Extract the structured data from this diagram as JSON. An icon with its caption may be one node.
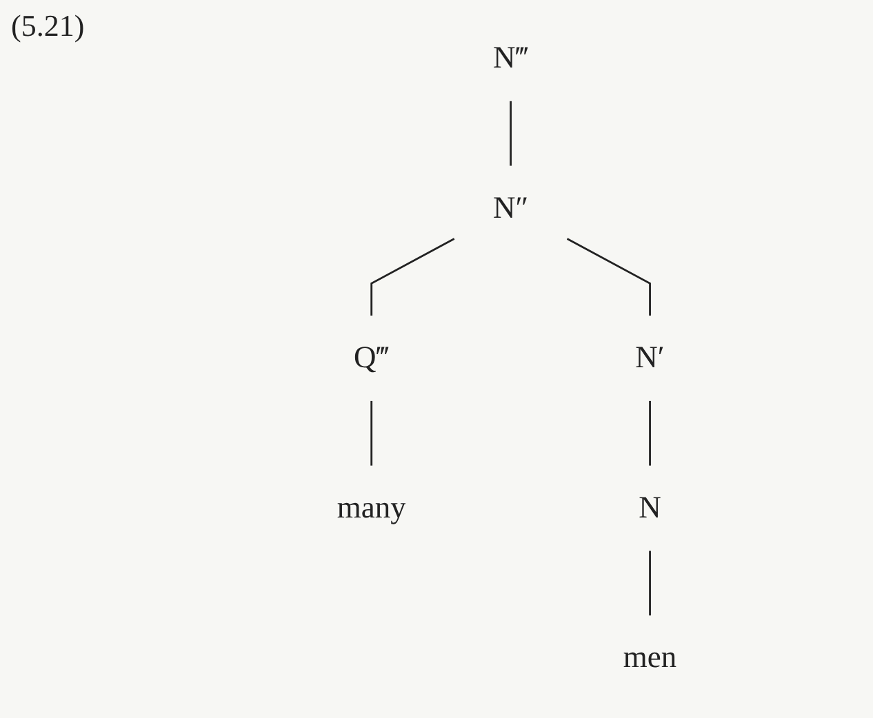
{
  "diagram": {
    "nodes": [
      {
        "text": [
          "N‴"
        ]
      },
      {
        "text": [
          "N″"
        ]
      },
      {
        "text": [
          "Q‴"
        ]
      },
      {
        "text": [
          "N′"
        ]
      },
      {
        "text": [
          "many"
        ]
      },
      {
        "text": [
          "N"
        ]
      },
      {
        "text": [
          "men"
        ]
      }
    ],
    "edges": [
      {
        "from": 0,
        "to": 1,
        "arrow": "none"
      },
      {
        "from": 1,
        "to": 2,
        "arrow": "none"
      },
      {
        "from": 1,
        "to": 3,
        "arrow": "none"
      },
      {
        "from": 2,
        "to": 4,
        "arrow": "none"
      },
      {
        "from": 3,
        "to": 5,
        "arrow": "none"
      },
      {
        "from": 5,
        "to": 6,
        "arrow": "none"
      }
    ],
    "labels": [
      "(5.21)"
    ]
  }
}
